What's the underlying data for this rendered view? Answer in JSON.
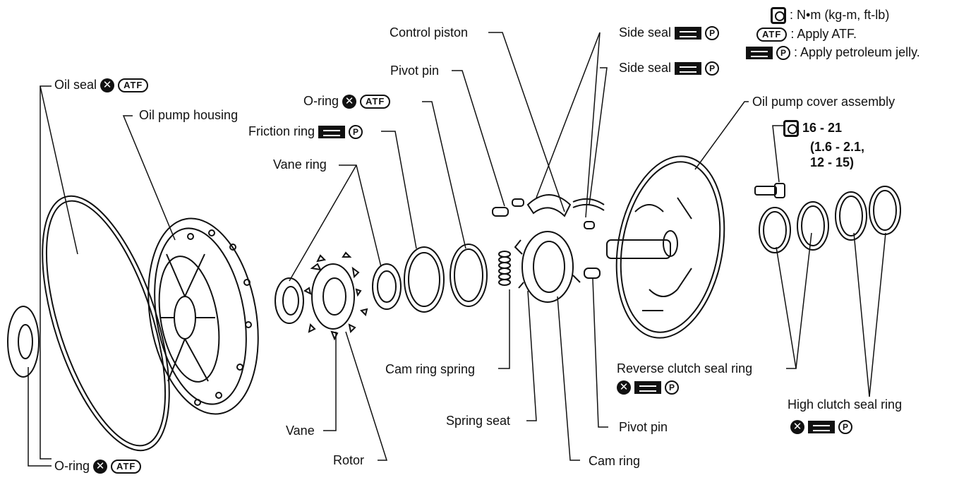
{
  "legend": {
    "torque": ": N•m (kg-m, ft-lb)",
    "atf_symbol": "ATF",
    "atf": ": Apply ATF.",
    "jelly": ": Apply petroleum jelly."
  },
  "symbols": {
    "p": "P",
    "x": "✕",
    "atf": "ATF"
  },
  "torque_spec": {
    "line1": "16 - 21",
    "line2": "(1.6 - 2.1,",
    "line3": "12 - 15)"
  },
  "labels": {
    "control_piston": "Control piston",
    "side_seal_1": "Side seal",
    "side_seal_2": "Side seal",
    "pivot_pin_top": "Pivot pin",
    "oil_seal": "Oil seal",
    "oil_pump_housing": "Oil pump housing",
    "o_ring_top": "O-ring",
    "friction_ring": "Friction ring",
    "vane_ring": "Vane ring",
    "oil_pump_cover_assembly": "Oil pump cover assembly",
    "cam_ring_spring": "Cam ring spring",
    "reverse_clutch_seal_ring": "Reverse clutch seal ring",
    "high_clutch_seal_ring": "High clutch seal ring",
    "spring_seat": "Spring seat",
    "pivot_pin_bottom": "Pivot pin",
    "vane": "Vane",
    "rotor": "Rotor",
    "cam_ring": "Cam ring",
    "o_ring_bottom": "O-ring"
  }
}
